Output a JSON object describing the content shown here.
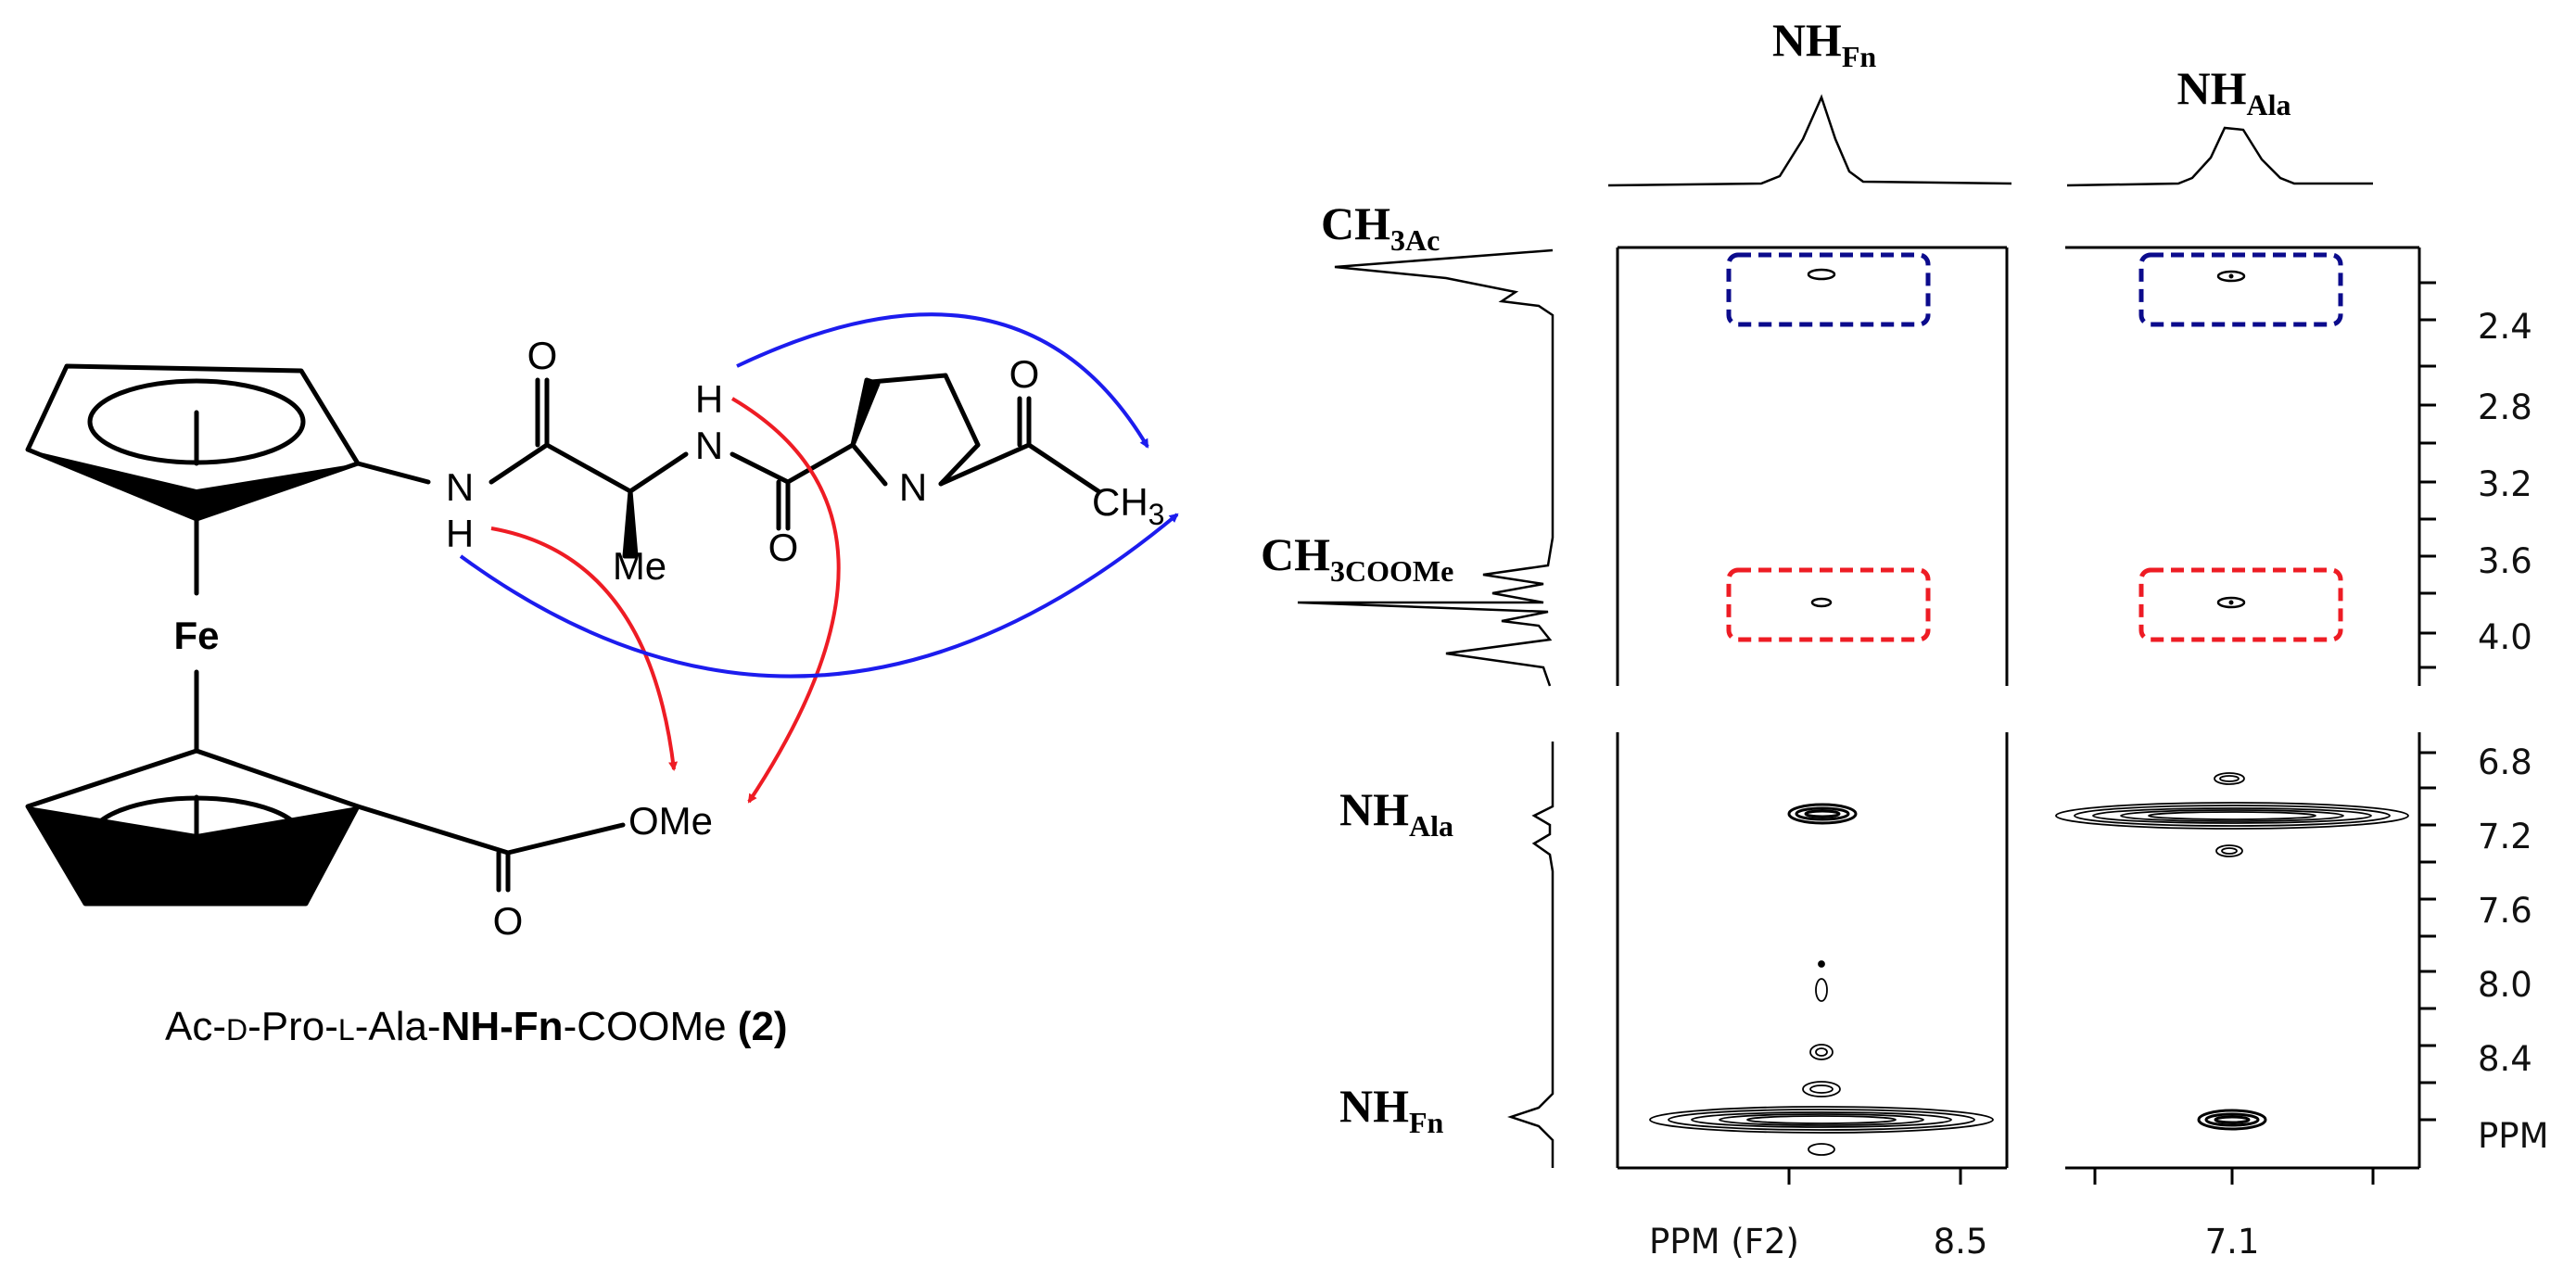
{
  "molecule": {
    "atom_labels": {
      "fe": "Fe",
      "nh_fn_n": "N",
      "nh_fn_h": "H",
      "nh_ala_n": "N",
      "nh_ala_h": "H",
      "carbonyl1_o": "O",
      "carbonyl2_o": "O",
      "pro_n": "N",
      "acetyl_o": "O",
      "ester_o": "O",
      "methyl_me": "Me",
      "ome": "OMe",
      "ch3_main": "CH",
      "ch3_sub": "3"
    },
    "caption": {
      "prefix": "Ac-",
      "d": "D",
      "pro": "-Pro-",
      "l": "L",
      "ala": "-Ala-",
      "bold_part": "NH-Fn",
      "suffix": "-COOMe ",
      "number": "(2)"
    },
    "arrow_colors": {
      "red": "#ee1c24",
      "blue": "#1c1cee"
    }
  },
  "spectrum": {
    "top_labels": [
      {
        "main": "NH",
        "sub": "Fn"
      },
      {
        "main": "NH",
        "sub": "Ala"
      }
    ],
    "left_labels": [
      {
        "main": "CH",
        "sub": "3Ac"
      },
      {
        "main": "CH",
        "sub": "3COOMe"
      },
      {
        "main": "NH",
        "sub": "Ala"
      },
      {
        "main": "NH",
        "sub": "Fn"
      }
    ],
    "y_ticks_upper": [
      "2.4",
      "2.8",
      "3.2",
      "3.6",
      "4.0"
    ],
    "y_ticks_lower": [
      "6.8",
      "7.2",
      "7.6",
      "8.0",
      "8.4"
    ],
    "y_unit": "PPM",
    "x_axis_label": "PPM (F2)",
    "x_ticks": [
      "8.5",
      "7.1"
    ],
    "box_colors": {
      "blue": "#0b0b8c",
      "red": "#ee1c24"
    }
  }
}
